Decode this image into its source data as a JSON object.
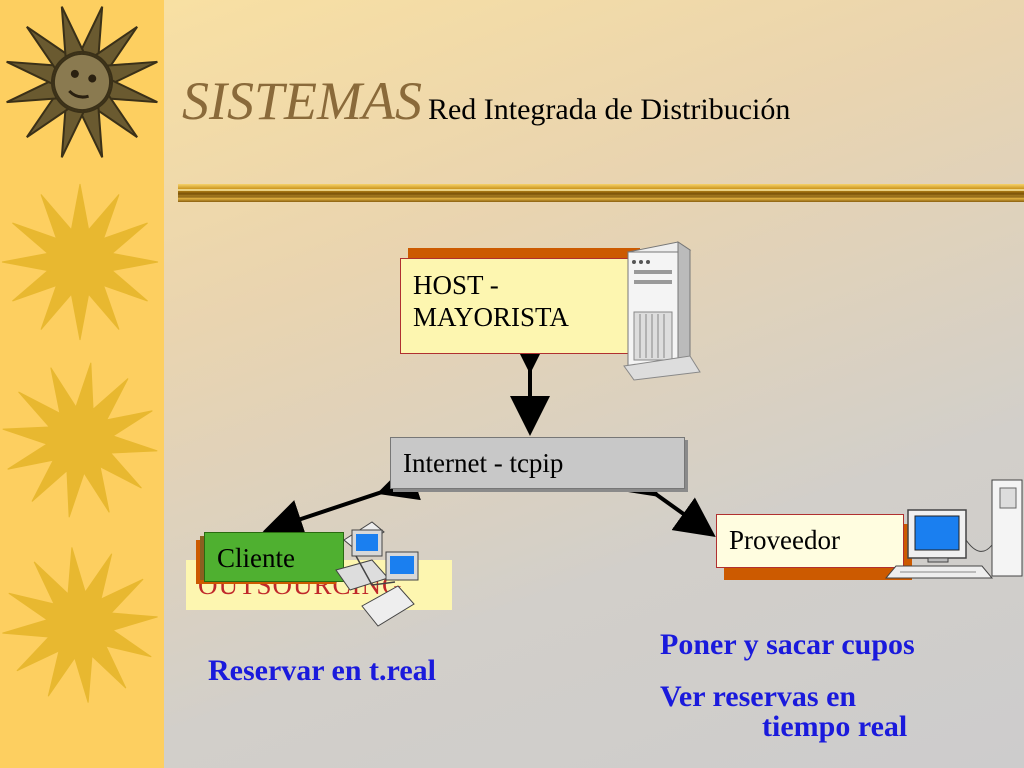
{
  "title": {
    "main": "SISTEMAS",
    "sub": "Red Integrada de Distribución"
  },
  "nodes": {
    "host": {
      "line1": "HOST -",
      "line2": "MAYORISTA"
    },
    "internet": "Internet - tcpip",
    "proveedor": "Proveedor",
    "cliente": "Cliente",
    "outsourcing": "OUTSOURCING"
  },
  "notes": {
    "cliente": "Reservar en t.real",
    "proveedor_1": "Poner y sacar cupos",
    "proveedor_2": "Ver reservas en",
    "proveedor_3": "tiempo real"
  },
  "icons": {
    "sun": "sun-icon",
    "server": "server-tower-icon",
    "desktop": "desktop-computer-icon",
    "network": "network-computers-icon"
  },
  "colors": {
    "strip": "#fdcf60",
    "sun": "#e8b830",
    "box_shadow": "#cc5a00",
    "note_text": "#1a1adc",
    "cliente_fill": "#4fb030"
  }
}
